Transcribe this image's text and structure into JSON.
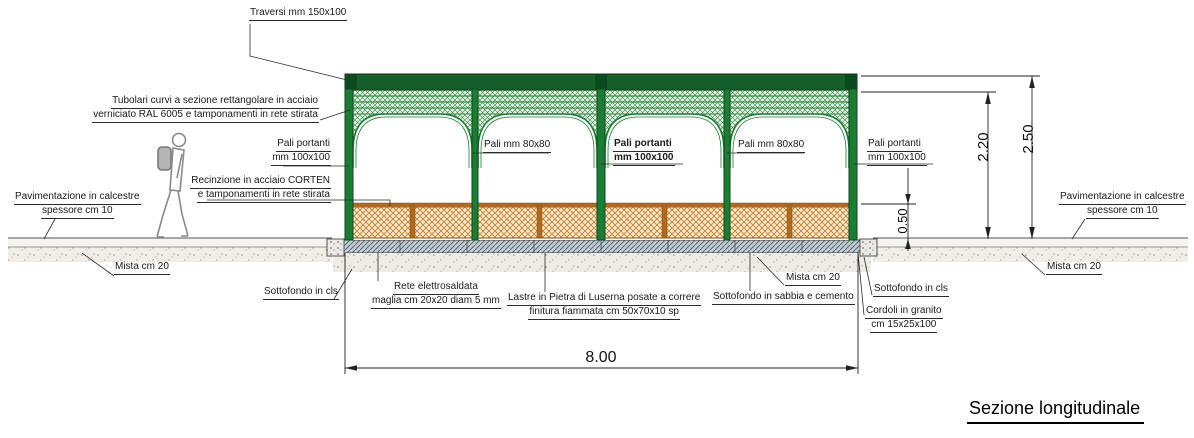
{
  "drawing": {
    "title": "Sezione longitudinale",
    "dimensions": {
      "width_m": "8.00",
      "total_height_m": "2.50",
      "clear_height_m": "2.20",
      "fence_height_m": "0.50"
    },
    "annotations": {
      "traversi": "Traversi mm 150x100",
      "tubolari_line1": "Tubolari curvi a sezione rettangolare in acciaio",
      "tubolari_line2": "verniciato RAL 6005 e tamponamenti in rete stirata",
      "pali_portanti_line1": "Pali portanti",
      "pali_portanti_line2": "mm 100x100",
      "pali_80": "Pali mm 80x80",
      "recinzione_line1": "Recinzione in acciaio CORTEN",
      "recinzione_line2": "e tamponamenti in rete stirata",
      "pavimentazione_line1": "Pavimentazione in calcestre",
      "pavimentazione_line2": "spessore cm 10",
      "mista": "Mista cm 20",
      "sottofondo_cls": "Sottofondo in cls",
      "rete_line1": "Rete elettrosaldata",
      "rete_line2": "maglia cm 20x20 diam 5 mm",
      "lastre_line1": "Lastre in Pietra di Luserna posate a correre",
      "lastre_line2": "finitura fiammata cm 50x70x10 sp",
      "sabbia": "Sottofondo in sabbia e cemento",
      "cordoli_line1": "Cordoli in granito",
      "cordoli_line2": "cm 15x25x100"
    },
    "colors": {
      "structure_green": "#1d7c34",
      "structure_green_dark": "#0b4a1d",
      "fence_orange": "#c27a28",
      "stone_gray_blue": "#55656f",
      "leader_black": "#2b2b2b"
    }
  }
}
